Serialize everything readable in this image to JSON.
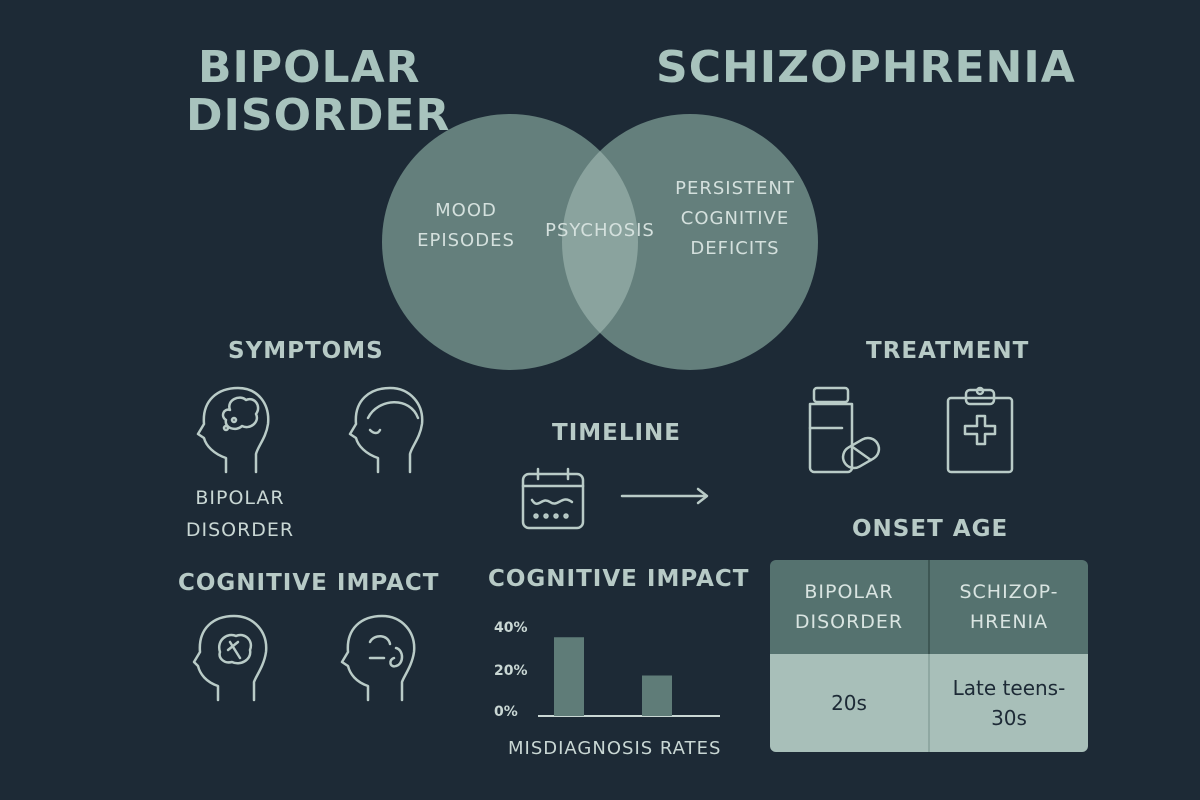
{
  "venn": {
    "left_title_line1": "BIPOLAR",
    "left_title_line2": "DISORDER",
    "right_title": "SCHIZOPHRENIA",
    "left_only_line1": "MOOD",
    "left_only_line2": "EPISODES",
    "overlap": "PSYCHOSIS",
    "right_only_line1": "PERSISTENT",
    "right_only_line2": "COGNITIVE",
    "right_only_line3": "DEFICITS",
    "colors": {
      "circle": "#6f8c89",
      "overlap": "#8fa9a4"
    }
  },
  "symptoms": {
    "heading": "SYMPTOMS",
    "caption_line1": "BIPOLAR",
    "caption_line2": "DISORDER",
    "icons": [
      "head-brain-icon",
      "head-profile-icon"
    ]
  },
  "cognitive_impact_left": {
    "heading": "COGNITIVE IMPACT",
    "icons": [
      "head-crossed-brain-icon",
      "head-swirl-icon"
    ]
  },
  "timeline": {
    "heading": "TIMELINE",
    "icons": [
      "calendar-icon",
      "arrow-right-icon"
    ]
  },
  "treatment": {
    "heading": "TREATMENT",
    "icons": [
      "pill-bottle-icon",
      "clipboard-medical-icon"
    ]
  },
  "onset_age": {
    "heading": "ONSET AGE",
    "columns": [
      {
        "header_line1": "BIPOLAR",
        "header_line2": "DISORDER",
        "value_line1": "20s",
        "value_line2": ""
      },
      {
        "header_line1": "SCHIZOP-",
        "header_line2": "HRENIA",
        "value_line1": "Late teens-",
        "value_line2": "30s"
      }
    ]
  },
  "chart_data": {
    "type": "bar",
    "title": "COGNITIVE IMPACT",
    "xlabel": "MISDIAGNOSIS RATES",
    "ylabel": "",
    "y_tick_labels": [
      "40%",
      "20%",
      "0%"
    ],
    "ylim": [
      0,
      40
    ],
    "categories": [
      "",
      ""
    ],
    "values": [
      35,
      18
    ],
    "bar_color": "#5f7c78"
  }
}
